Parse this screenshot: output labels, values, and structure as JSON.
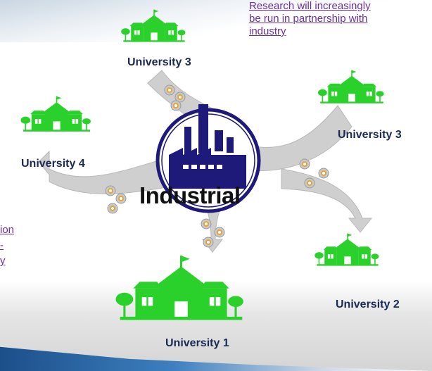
{
  "links": {
    "top_right": [
      "Research will increasingly",
      "be run in partnership with",
      "industry"
    ],
    "left_partial": [
      "ion",
      "-",
      "y"
    ]
  },
  "center": {
    "label": "Industrial",
    "icon": "factory-icon"
  },
  "universities": {
    "top": "University 3",
    "right": "University 3",
    "left": "University 4",
    "bottom_right": "University 2",
    "bottom": "University 1"
  },
  "colors": {
    "building": "#2bd12b",
    "factory": "#1e1a7a",
    "arrow": "#cccccc",
    "link": "#6a2fa8",
    "gear": "#e8a23a"
  }
}
